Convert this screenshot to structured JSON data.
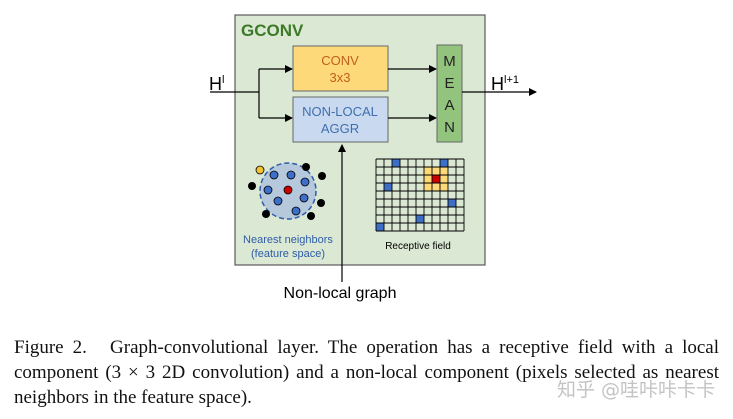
{
  "figure": {
    "block_title": "GCONV",
    "input_label": "H",
    "input_sup": "l",
    "output_label": "H",
    "output_sup": "l+1",
    "conv": {
      "line1": "CONV",
      "line2": "3x3"
    },
    "nonlocal": {
      "line1": "NON-LOCAL",
      "line2": "AGGR"
    },
    "mean_letters": [
      "M",
      "E",
      "A",
      "N"
    ],
    "nn_label_line1": "Nearest neighbors",
    "nn_label_line2": "(feature space)",
    "receptive_label": "Receptive field",
    "nonlocal_graph_label": "Non-local graph"
  },
  "colors": {
    "block_fill": "#dbe8d4",
    "block_border": "#5a5a5a",
    "title_green": "#3c7a28",
    "conv_fill": "#fdd97a",
    "conv_text": "#c0601a",
    "nonlocal_fill": "#c9daf0",
    "nonlocal_text": "#3f6fae",
    "mean_fill": "#93c47d",
    "blue_dot": "#3d6fc8",
    "red_dot": "#cc0000",
    "yellow_dot": "#f1c232",
    "nn_text": "#2f5da8"
  },
  "caption": {
    "label": "Figure 2.",
    "text": "Graph-convolutional layer. The operation has a receptive field with a local component (3 × 3 2D convolution) and a non-local component (pixels selected as nearest neighbors in the feature space)."
  },
  "watermark": "知乎 @哇咔咔卡卡"
}
